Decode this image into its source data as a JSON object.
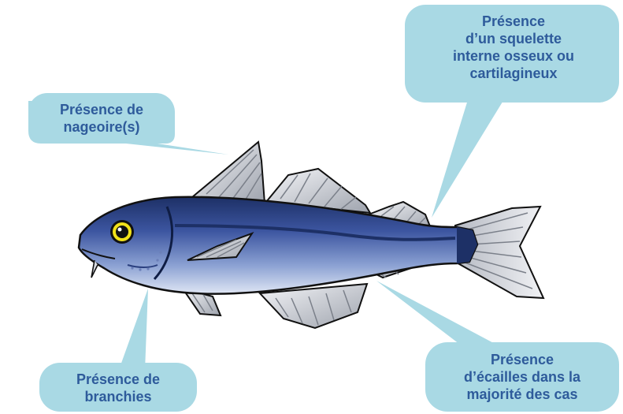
{
  "colors": {
    "bubble": "#a9d9e4",
    "text": "#2e5b9b",
    "fish_dark": "#1d3066",
    "fish_mid": "#4f67ad",
    "fish_light": "#d6dff0",
    "fin": "#d4d7de",
    "eye_ring": "#f2e21a",
    "outline": "#111111"
  },
  "callouts": {
    "fins": "Présence de\nnageoire(s)",
    "skeleton": "Présence\nd’un squelette\ninterne osseux ou\ncartilagineux",
    "gills": "Présence de\nbranchies",
    "scales": "Présence\nd’écailles dans la\nmajorité des cas"
  }
}
